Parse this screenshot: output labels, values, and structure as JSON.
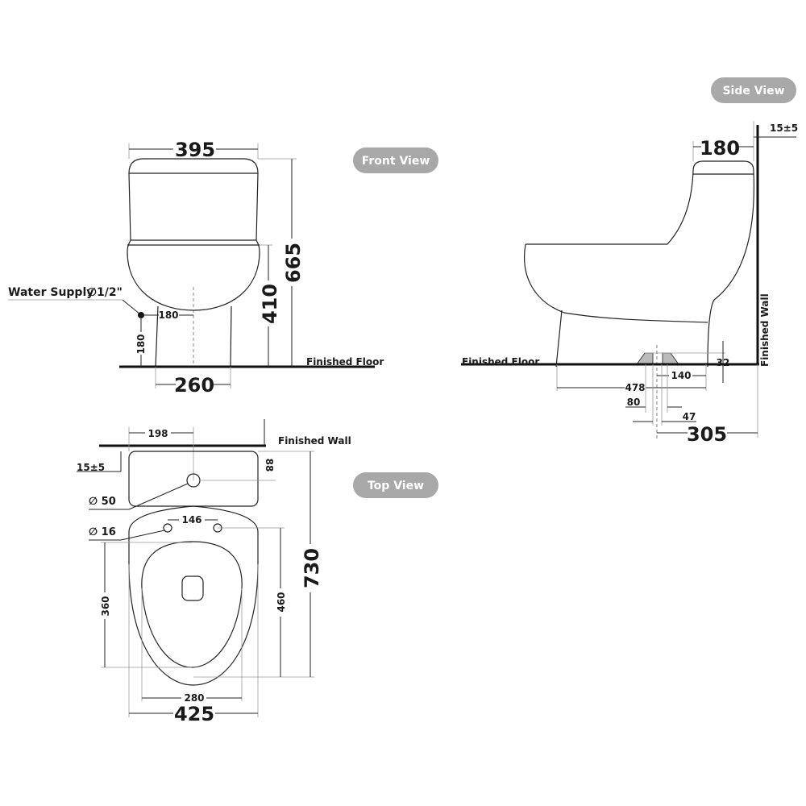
{
  "front_view": {
    "label": "Front View",
    "dim_width": "395",
    "dim_height": "665",
    "dim_seat_height": "410",
    "dim_base": "260",
    "dim_supply_offset": "180",
    "dim_supply_height": "180",
    "water_supply_label": "Water Supply",
    "water_supply_size": "∅1/2\"",
    "floor_label": "Finished Floor"
  },
  "side_view": {
    "label": "Side View",
    "dim_wall_gap": "15±5",
    "dim_tank_depth": "180",
    "dim_flange_height": "32",
    "dim_140": "140",
    "dim_478": "478",
    "dim_80": "80",
    "dim_47": "47",
    "dim_rough_in": "305",
    "floor_label": "Finished Floor",
    "wall_label": "Finished Wall"
  },
  "top_view": {
    "label": "Top View",
    "wall_label": "Finished Wall",
    "dim_198": "198",
    "dim_wall_gap": "15±5",
    "dim_88": "88",
    "dim_hole_50": "∅ 50",
    "dim_hole_16": "∅ 16",
    "dim_146": "146",
    "dim_360": "360",
    "dim_460": "460",
    "dim_730": "730",
    "dim_280": "280",
    "dim_425": "425"
  }
}
